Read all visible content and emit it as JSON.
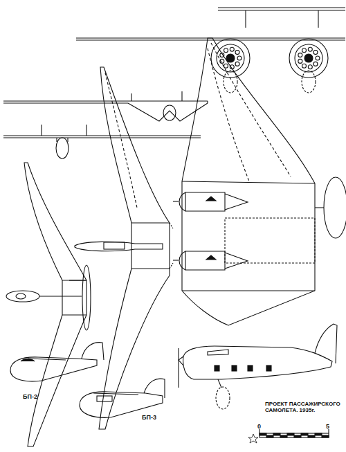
{
  "diagram": {
    "labels": [
      "БП-2",
      "БП-3",
      "ПРОЕКТ ПАССАЖИРСКОГО САМОЛЕТА. 1935г.",
      "0",
      "5"
    ]
  }
}
